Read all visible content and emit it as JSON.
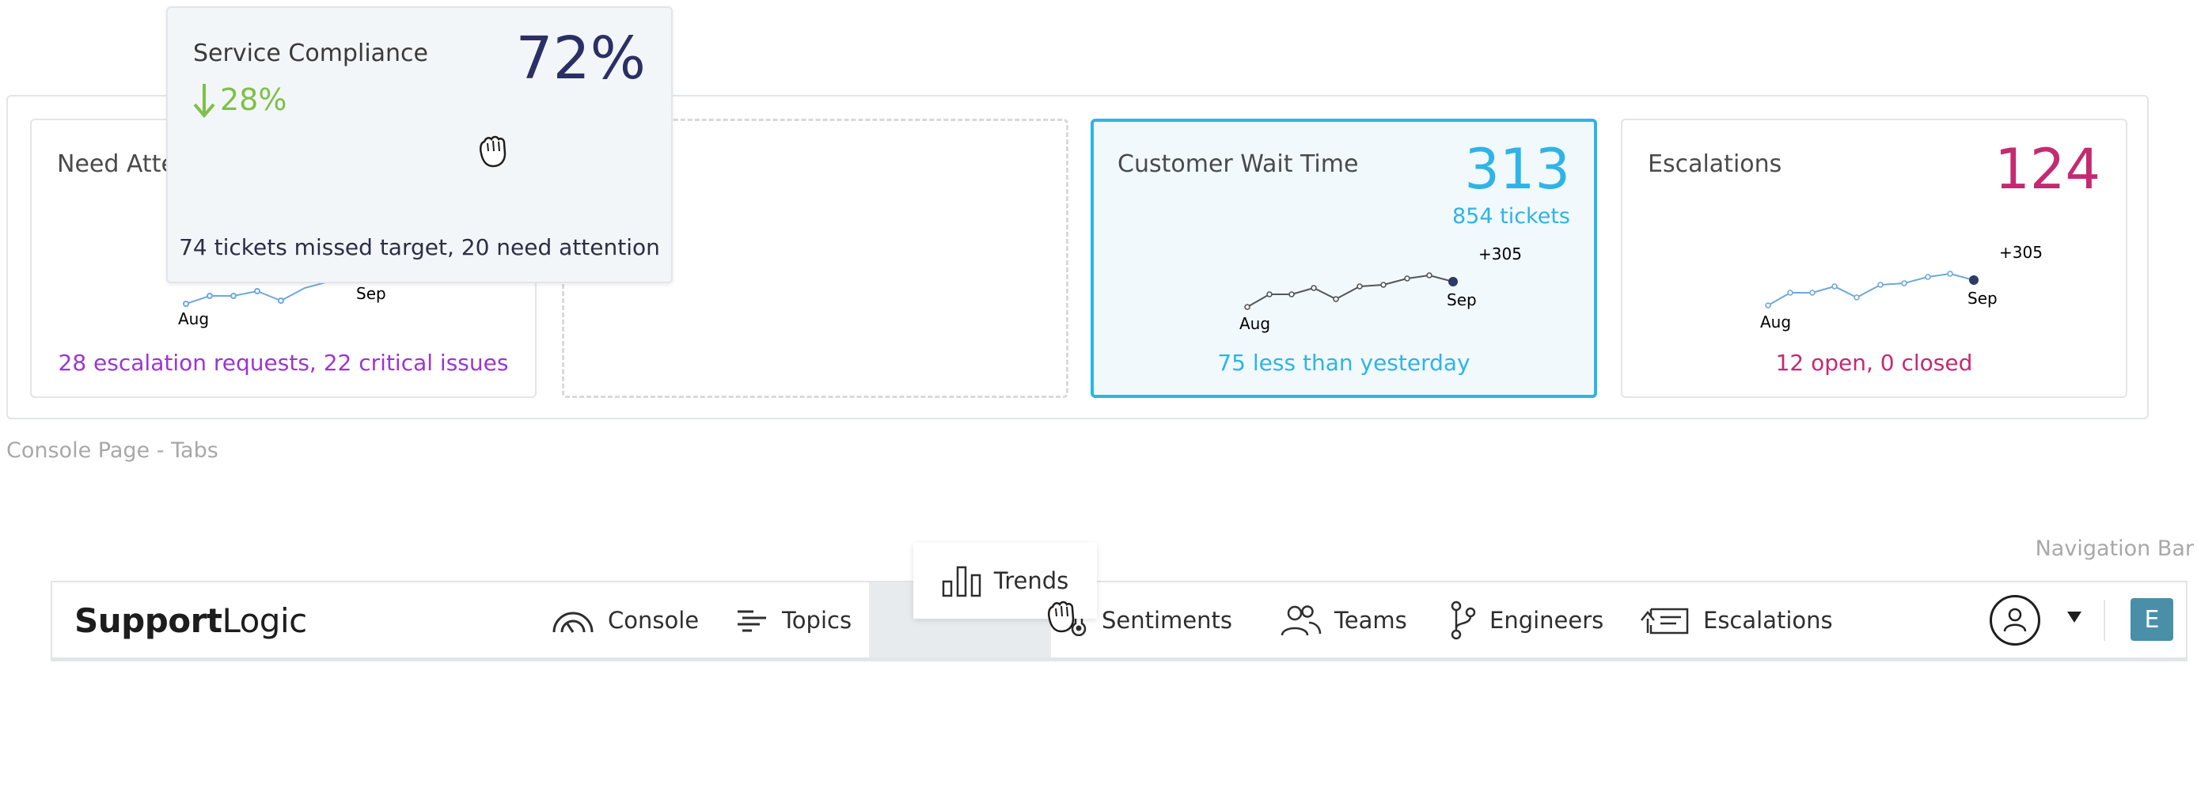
{
  "console_section": {
    "label": "Console Page - Tabs",
    "cards": [
      {
        "title": "Need Attention",
        "footer": "28 escalation requests, 22 critical issues",
        "footer_color": "#9b35d4",
        "spark": {
          "x_labels": [
            "Aug",
            "Sep"
          ],
          "color": "#6fa8dc"
        }
      },
      {
        "title": "Customer Wait Time",
        "value": "313",
        "sub": "854 tickets",
        "value_color": "#2eb4e6",
        "footer": "75 less than yesterday",
        "footer_color": "#2eb4e6",
        "selected": true,
        "spark": {
          "x_labels": [
            "Aug",
            "Sep"
          ],
          "delta": "+305",
          "color": "#4a4a4a"
        }
      },
      {
        "title": "Escalations",
        "value": "124",
        "value_color": "#c42a72",
        "footer": "12 open, 0 closed",
        "footer_color": "#c42a72",
        "spark": {
          "x_labels": [
            "Aug",
            "Sep"
          ],
          "delta": "+305",
          "color": "#6fa8dc"
        }
      }
    ],
    "tooltip": {
      "title": "Service Compliance",
      "value": "72%",
      "value_color": "#2b2f66",
      "delta": "28%",
      "delta_color": "#7ec04a",
      "footer": "74 tickets missed target, 20 need attention"
    }
  },
  "navbar_section": {
    "label": "Navigation Bar",
    "logo_bold": "Support",
    "logo_light": "Logic",
    "items": [
      {
        "label": "Console",
        "icon": "gauge-icon"
      },
      {
        "label": "Topics",
        "icon": "lines-icon"
      },
      {
        "label": "Sentiments",
        "icon": "thermometer-icon"
      },
      {
        "label": "Teams",
        "icon": "users-icon"
      },
      {
        "label": "Engineers",
        "icon": "branch-icon"
      },
      {
        "label": "Escalations",
        "icon": "ticket-arrow-icon"
      }
    ],
    "dragging_item": {
      "label": "Trends",
      "icon": "bar-chart-icon"
    },
    "user_initial": "E"
  }
}
